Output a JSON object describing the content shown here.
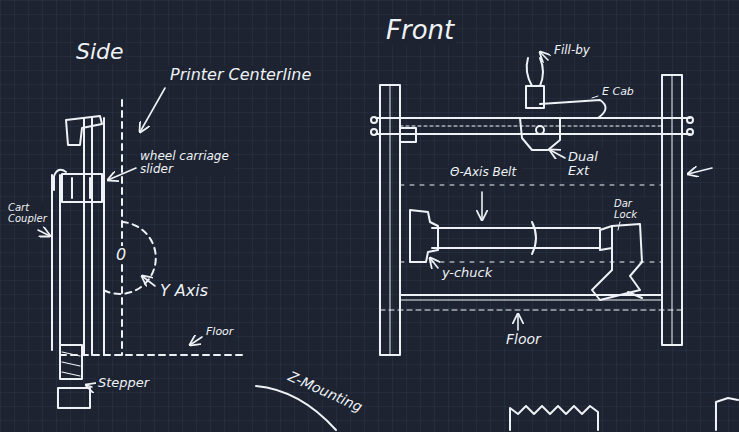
{
  "diagram": {
    "labels": [
      "Side",
      "Front",
      "Printer Centerline",
      "wheel carriage slider",
      "Cart Coupler",
      "0",
      "Y Axis",
      "Floor",
      "Stepper",
      "Z-Mounting",
      "Fill-by",
      "E Cab",
      "Dual Ext",
      "Θ-Axis Belt",
      "y-chuck",
      "Dar Lock",
      "Floor"
    ]
  }
}
